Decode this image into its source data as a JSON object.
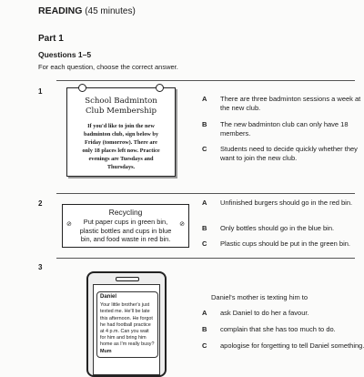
{
  "header": {
    "title": "READING",
    "duration": "(45 minutes)"
  },
  "part": "Part 1",
  "questions_range": "Questions 1–5",
  "instruction": "For each question, choose the correct answer.",
  "q1": {
    "number": "1",
    "notice_title_1": "School Badminton",
    "notice_title_2": "Club Membership",
    "notice_lines": [
      "If you'd like to join the new",
      "badminton club, sign below by",
      "Friday (tomorrow). There are",
      "only 18 places left now. Practice",
      "evenings are Tuesdays and",
      "Thursdays."
    ],
    "options": [
      {
        "letter": "A",
        "text": "There are three badminton sessions a week at the new club."
      },
      {
        "letter": "B",
        "text": "The new badminton club can only have 18 members."
      },
      {
        "letter": "C",
        "text": "Students need to decide quickly whether they want to join the new club."
      }
    ]
  },
  "q2": {
    "number": "2",
    "notice_title": "Recycling",
    "notice_lines": [
      "Put paper cups in green bin,",
      "plastic bottles and cups in blue",
      "bin, and food waste in red bin."
    ],
    "options": [
      {
        "letter": "A",
        "text": "Unfinished burgers should go in the red bin."
      },
      {
        "letter": "B",
        "text": "Only bottles should go in the blue bin."
      },
      {
        "letter": "C",
        "text": "Plastic cups should be put in the green bin."
      }
    ]
  },
  "q3": {
    "number": "3",
    "phone_sender": "Daniel",
    "phone_message": "Your little brother's just texted me. He'll be late this afternoon. He forgot he had football practice at 4 p.m. Can you wait for him and bring him home as I'm really busy?",
    "phone_signoff": "Mum",
    "stem": "Daniel's mother is texting him to",
    "options": [
      {
        "letter": "A",
        "text": "ask Daniel to do her a favour."
      },
      {
        "letter": "B",
        "text": "complain that she has too much to do."
      },
      {
        "letter": "C",
        "text": "apologise for forgetting to tell Daniel something."
      }
    ]
  }
}
